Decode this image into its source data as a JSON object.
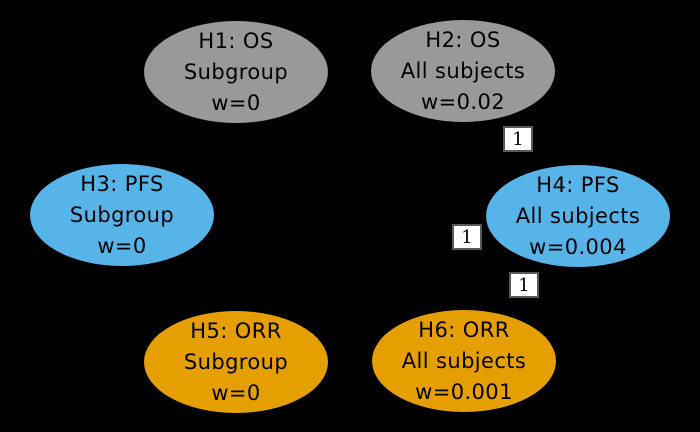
{
  "background_color": "#000000",
  "palette": {
    "os_gray": "#999999",
    "pfs_blue": "#56B4E9",
    "orr_orange": "#E69F00",
    "weight_box_bg": "#ffffff",
    "node_text": "#000000"
  },
  "nodes": [
    {
      "id": "H1",
      "title": "H1: OS",
      "population": "Subgroup",
      "weight_label": "w=0",
      "color": "#999999"
    },
    {
      "id": "H2",
      "title": "H2: OS",
      "population": "All subjects",
      "weight_label": "w=0.02",
      "color": "#999999"
    },
    {
      "id": "H3",
      "title": "H3: PFS",
      "population": "Subgroup",
      "weight_label": "w=0",
      "color": "#56B4E9"
    },
    {
      "id": "H4",
      "title": "H4: PFS",
      "population": "All subjects",
      "weight_label": "w=0.004",
      "color": "#56B4E9"
    },
    {
      "id": "H5",
      "title": "H5: ORR",
      "population": "Subgroup",
      "weight_label": "w=0",
      "color": "#E69F00"
    },
    {
      "id": "H6",
      "title": "H6: ORR",
      "population": "All subjects",
      "weight_label": "w=0.001",
      "color": "#E69F00"
    }
  ],
  "edge_weights": [
    {
      "label": "1"
    },
    {
      "label": "1"
    },
    {
      "label": "1"
    }
  ]
}
